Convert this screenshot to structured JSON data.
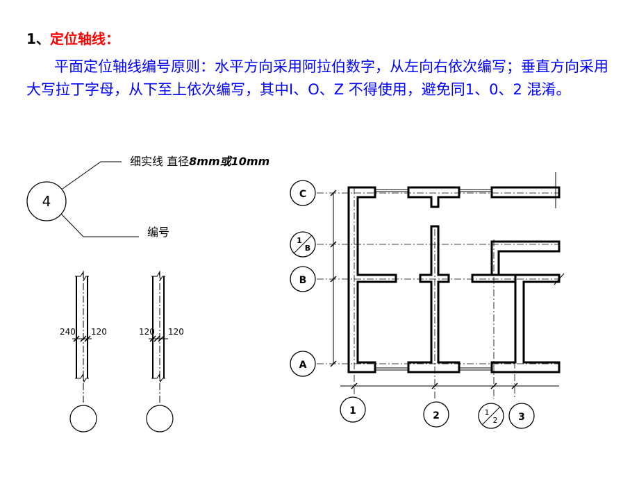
{
  "heading": {
    "number": "1、",
    "title": "定位轴线："
  },
  "paragraph": "平面定位轴线编号原则：水平方向采用阿拉伯数字，从左向右依次编写；垂直方向采用大写拉丁字母，从下至上依次编写，其中I、O、Z 不得使用，避免同1、0、2 混淆。",
  "legend": {
    "circle_text": "4",
    "line_label_prefix": "细实线  直径",
    "line_label_size": "8mm或10mm",
    "number_label": "编号"
  },
  "wall_details": {
    "left": {
      "left_dim": "240",
      "right_dim": "120"
    },
    "right": {
      "left_dim": "120",
      "right_dim": "120"
    }
  },
  "plan": {
    "row_axes": {
      "C": "C",
      "B_sub_num": "1",
      "B_sub_den": "B",
      "B": "B",
      "A": "A"
    },
    "col_axes": {
      "c1": "1",
      "c2": "2",
      "sub_num": "1",
      "sub_den": "2",
      "c3": "3"
    }
  }
}
